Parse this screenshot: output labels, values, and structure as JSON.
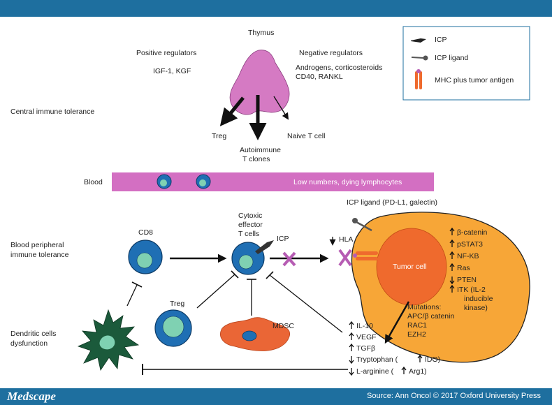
{
  "header": {
    "logo": "Medscape",
    "source": "Source: Ann Oncol © 2017 Oxford University Press"
  },
  "colors": {
    "bar": "#1e6f9f",
    "thymus": "#d57ac3",
    "blood": "#d36fc2",
    "cell_outer": "#1f6fb4",
    "cell_inner": "#7fd1b2",
    "tumor": "#f7a637",
    "tumor_core": "#ef6a2d",
    "mdsc": "#ea6636",
    "dendritic": "#1b5a3b",
    "inhibit_x": "#b65cb3"
  },
  "legend": {
    "icp": "ICP",
    "icp_ligand": "ICP ligand",
    "mhc": "MHC plus tumor antigen"
  },
  "thymus": {
    "title": "Thymus",
    "positive_title": "Positive regulators",
    "positive_items": "IGF-1, KGF",
    "negative_title": "Negative regulators",
    "negative_line1": "Androgens, corticosteroids",
    "negative_line2": "CD40, RANKL",
    "out_treg": "Treg",
    "out_auto1": "Autoimmune",
    "out_auto2": "T clones",
    "out_naive": "Naive T cell"
  },
  "rows": {
    "central": "Central immune tolerance",
    "blood": "Blood",
    "peripheral1": "Blood peripheral",
    "peripheral2": "immune tolerance",
    "dendritic1": "Dendritic cells",
    "dendritic2": "dysfunction"
  },
  "blood_bar_text": "Low numbers, dying lymphocytes",
  "cells": {
    "cd8": "CD8",
    "cytoxic1": "Cytoxic",
    "cytoxic2": "effector",
    "cytoxic3": "T cells",
    "icp": "ICP",
    "hla": "HLA",
    "treg": "Treg",
    "mdsc": "MDSC"
  },
  "tumor": {
    "ligand_title": "ICP ligand (PD-L1, galectin)",
    "cell_label": "Tumor cell",
    "pathways": [
      {
        "dir": "up",
        "text": "β-catenin"
      },
      {
        "dir": "up",
        "text": "pSTAT3"
      },
      {
        "dir": "up",
        "text": "NF-KB"
      },
      {
        "dir": "up",
        "text": "Ras"
      },
      {
        "dir": "down",
        "text": "PTEN"
      },
      {
        "dir": "up",
        "text": "ITK (IL-2"
      }
    ],
    "itk_line2": "inducible",
    "itk_line3": "kinase)",
    "mutations_title": "Mutations:",
    "mutations": [
      "APC/β catenin",
      "RAC1",
      "EZH2"
    ]
  },
  "secreted": [
    {
      "dir": "up",
      "text": "IL-10"
    },
    {
      "dir": "up",
      "text": "VEGF"
    },
    {
      "dir": "up",
      "text": "TGFβ"
    },
    {
      "dir": "down",
      "text": "Tryptophan ("
    },
    {
      "dir": "down",
      "text": "L-arginine ("
    }
  ],
  "secreted_suffix": {
    "tryptophan_marker": "IDO)",
    "arginine_marker": "Arg1)"
  }
}
